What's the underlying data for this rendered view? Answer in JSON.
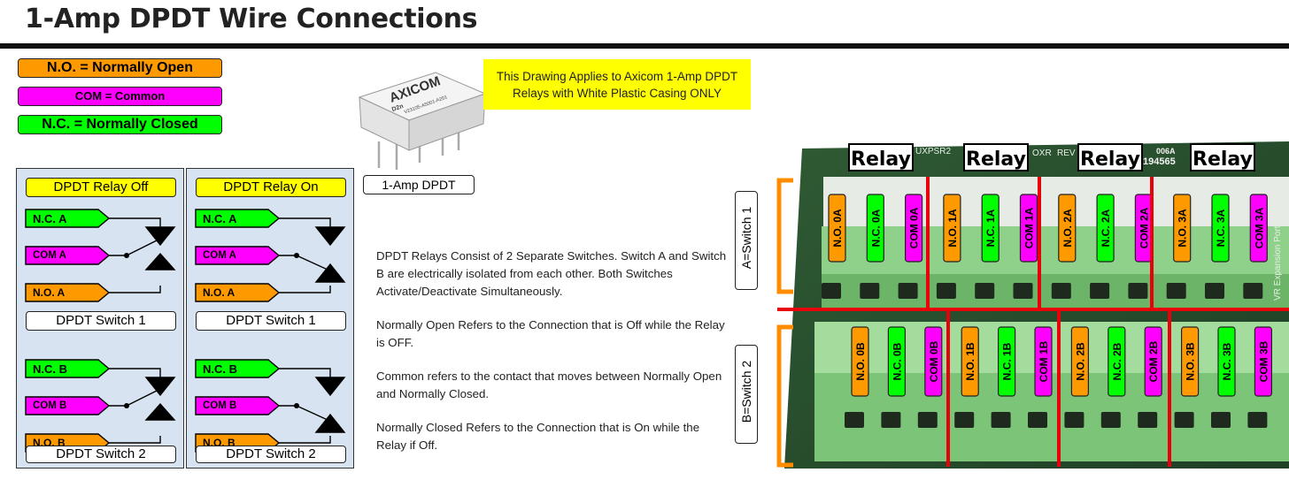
{
  "title": "1-Amp DPDT Wire Connections",
  "legend": [
    {
      "label": "N.O. = Normally Open",
      "color": "#ff9900"
    },
    {
      "label": "COM = Common",
      "color": "#ff00ff"
    },
    {
      "label": "N.C. = Normally Closed",
      "color": "#00ff00"
    }
  ],
  "note": "This Drawing Applies to Axicom 1-Amp DPDT Relays with White Plastic Casing ONLY",
  "relay_photo": {
    "caption": "1-Amp DPDT",
    "brand": "AXICOM",
    "model": "D2n",
    "part": "V23105-A5001-A201"
  },
  "panels": [
    {
      "header": "DPDT Relay Off",
      "switch1": "DPDT Switch 1",
      "switch2": "DPDT Switch 2",
      "nca": "N.C. A",
      "coma": "COM A",
      "noa": "N.O. A",
      "ncb": "N.C. B",
      "comb": "COM B",
      "nob": "N.O. B"
    },
    {
      "header": "DPDT Relay On",
      "switch1": "DPDT Switch 1",
      "switch2": "DPDT Switch 2",
      "nca": "N.C. A",
      "coma": "COM A",
      "noa": "N.O. A",
      "ncb": "N.C. B",
      "comb": "COM B",
      "nob": "N.O. B"
    }
  ],
  "description": [
    "DPDT Relays Consist of 2 Separate Switches.  Switch A and Switch B are electrically isolated from each other.  Both Switches Activate/Deactivate Simultaneously.",
    "Normally Open Refers to the Connection that is Off while the Relay is OFF.",
    "Common refers to the contact that moves between Normally Open and Normally Closed.",
    "Normally Closed Refers to the Connection that is On while the Relay if Off."
  ],
  "board": {
    "relay_labels": [
      "Relay",
      "Relay",
      "Relay",
      "Relay"
    ],
    "silkscreen": [
      "UXPSR2",
      "OXR",
      "REV",
      "194565",
      "006A",
      "VR Expansion Port"
    ],
    "side_a": "A=Switch 1",
    "side_b": "B=Switch 2",
    "row_a": [
      {
        "label": "N.O. 0A",
        "color": "#ff9900"
      },
      {
        "label": "N.C. 0A",
        "color": "#00ff00"
      },
      {
        "label": "COM 0A",
        "color": "#ff00ff"
      },
      {
        "label": "N.O. 1A",
        "color": "#ff9900"
      },
      {
        "label": "N.C. 1A",
        "color": "#00ff00"
      },
      {
        "label": "COM 1A",
        "color": "#ff00ff"
      },
      {
        "label": "N.O. 2A",
        "color": "#ff9900"
      },
      {
        "label": "N.C. 2A",
        "color": "#00ff00"
      },
      {
        "label": "COM 2A",
        "color": "#ff00ff"
      },
      {
        "label": "N.O. 3A",
        "color": "#ff9900"
      },
      {
        "label": "N.C. 3A",
        "color": "#00ff00"
      },
      {
        "label": "COM 3A",
        "color": "#ff00ff"
      }
    ],
    "row_b": [
      {
        "label": "N.O. 0B",
        "color": "#ff9900"
      },
      {
        "label": "N.C. 0B",
        "color": "#00ff00"
      },
      {
        "label": "COM 0B",
        "color": "#ff00ff"
      },
      {
        "label": "N.O. 1B",
        "color": "#ff9900"
      },
      {
        "label": "N.C. 1B",
        "color": "#00ff00"
      },
      {
        "label": "COM 1B",
        "color": "#ff00ff"
      },
      {
        "label": "N.O. 2B",
        "color": "#ff9900"
      },
      {
        "label": "N.C. 2B",
        "color": "#00ff00"
      },
      {
        "label": "COM 2B",
        "color": "#ff00ff"
      },
      {
        "label": "N.O. 3B",
        "color": "#ff9900"
      },
      {
        "label": "N.C. 3B",
        "color": "#00ff00"
      },
      {
        "label": "COM 3B",
        "color": "#ff00ff"
      }
    ]
  },
  "colors": {
    "no": "#ff9900",
    "com": "#ff00ff",
    "nc": "#00ff00",
    "header": "#ffff00",
    "panel": "#d7e3f0",
    "divider": "#e8000b",
    "bracket": "#ff8c00"
  }
}
